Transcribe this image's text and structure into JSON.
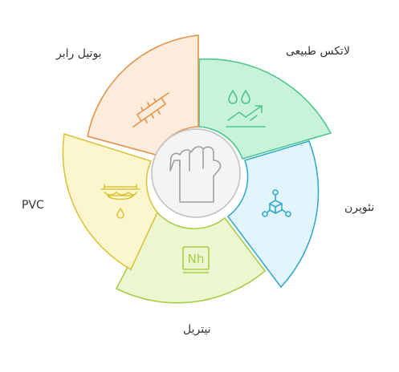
{
  "diagram": {
    "segments": [
      {
        "id": "latex",
        "label": "لاتکس طبیعی",
        "icon": "water-drops-trend-icon",
        "fill": "#c8f2da",
        "stroke": "#4cc98a"
      },
      {
        "id": "neoprene",
        "label": "نئوپرن",
        "icon": "molecule-cubes-icon",
        "fill": "#e2f5fc",
        "stroke": "#35a9c9"
      },
      {
        "id": "nitrile",
        "label": "نیتریل",
        "icon": "nh-box-icon",
        "fill": "#ecf7d2",
        "stroke": "#a6cf45"
      },
      {
        "id": "pvc",
        "label": "PVC",
        "icon": "vinyl-drip-icon",
        "fill": "#fcf6cf",
        "stroke": "#dcc33c"
      },
      {
        "id": "butyl",
        "label": "بوتیل رابر",
        "icon": "butyl-chain-icon",
        "fill": "#fdebdc",
        "stroke": "#e39248"
      }
    ],
    "center": {
      "icon": "glove-hand-icon",
      "fill": "#f4f4f4",
      "stroke": "#c7c7c7"
    },
    "icon_texts": {
      "nitrile": "Nh"
    }
  }
}
